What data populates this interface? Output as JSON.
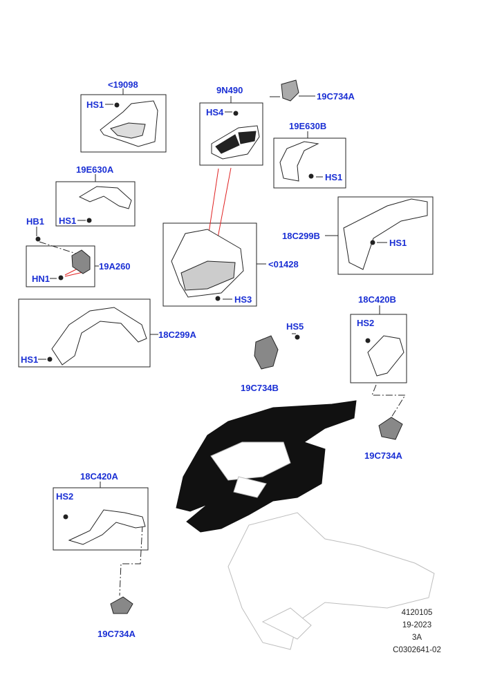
{
  "colors": {
    "label": "#1a2fd4",
    "callout_line": "#222222",
    "leader_red": "#e02020",
    "part_fill": "#ffffff",
    "duct_fill": "#111111",
    "ghost_line": "#bdbdbd"
  },
  "labels": {
    "p19098": "<19098",
    "hs1_a": "HS1",
    "p9N490": "9N490",
    "hs4": "HS4",
    "p19C734A_top": "19C734A",
    "p19E630B": "19E630B",
    "hs1_b": "HS1",
    "p19E630A": "19E630A",
    "hs1_c": "HS1",
    "hb1": "HB1",
    "p19A260": "19A260",
    "hn1": "HN1",
    "p18C299B": "18C299B",
    "hs1_d": "HS1",
    "p01428": "<01428",
    "hs3": "HS3",
    "p18C299A": "18C299A",
    "hs1_e": "HS1",
    "p18C420B": "18C420B",
    "hs2_a": "HS2",
    "hs5": "HS5",
    "p19C734B": "19C734B",
    "p19C734A_right": "19C734A",
    "p18C420A": "18C420A",
    "hs2_b": "HS2",
    "p19C734A_bottom": "19C734A"
  },
  "info": {
    "line1": "4120105",
    "line2": "19-2023",
    "line3": "3A",
    "line4": "C0302641-02"
  }
}
